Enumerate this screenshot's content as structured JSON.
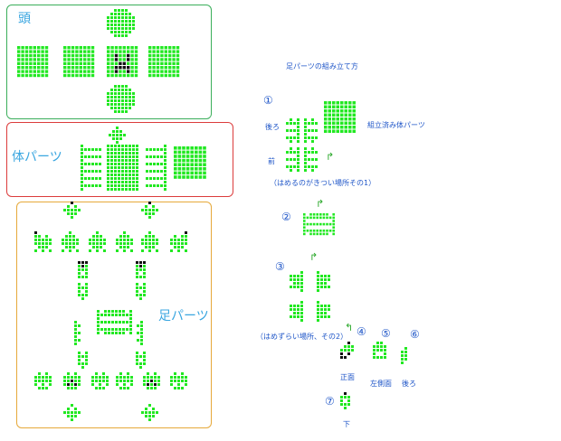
{
  "colors": {
    "bead_green": "#22e822",
    "bead_black": "#111111",
    "bead_outline": "#ffffff",
    "head_border": "#3aae5a",
    "body_border": "#dc3c3c",
    "legs_border": "#e6a93a",
    "section_title": "#3aa6e0",
    "instruction_text": "#1f56c8",
    "arrow": "#2aa82a"
  },
  "sections": {
    "head_title": "頭",
    "body_title": "体パーツ",
    "legs_title": "足パーツ"
  },
  "instructions": {
    "heading": "足パーツの組み立て方",
    "step1_number": "①",
    "label_back": "後ろ",
    "label_front": "前",
    "label_assembled_body": "組立済み体パーツ",
    "note1": "（はめるのがきつい場所その1）",
    "step2_number": "②",
    "step3_number": "③",
    "note2": "（はめずらい場所、その2）",
    "step4_number": "④",
    "label_front_face": "正面",
    "step5_number": "⑤",
    "label_left_side": "左側面",
    "step6_number": "⑥",
    "label_back_short": "後ろ",
    "step7_number": "⑦",
    "label_bottom": "下"
  },
  "icons": {
    "arrow_up_right": "↱",
    "arrow_up_left": "↰"
  }
}
